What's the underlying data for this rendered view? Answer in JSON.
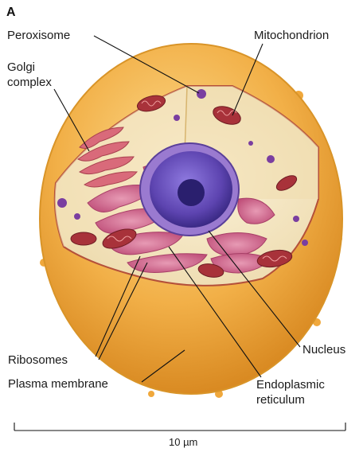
{
  "panel_letter": "A",
  "labels": {
    "peroxisome": "Peroxisome",
    "mitochondrion": "Mitochondrion",
    "golgi_line1": "Golgi",
    "golgi_line2": "complex",
    "ribosomes": "Ribosomes",
    "plasma_membrane": "Plasma membrane",
    "nucleus": "Nucleus",
    "er_line1": "Endoplasmic",
    "er_line2": "reticulum"
  },
  "scale_bar": {
    "label": "10 µm",
    "length_um": 10
  },
  "colors": {
    "membrane": "#f4b34a",
    "cytoplasm": "#f6e9c8",
    "nucleus": "#6a4fb8",
    "nucleolus": "#2a1f6e",
    "er": "#d4688a",
    "mitochondrion": "#a8323a",
    "vesicle": "#7a3ea0"
  }
}
